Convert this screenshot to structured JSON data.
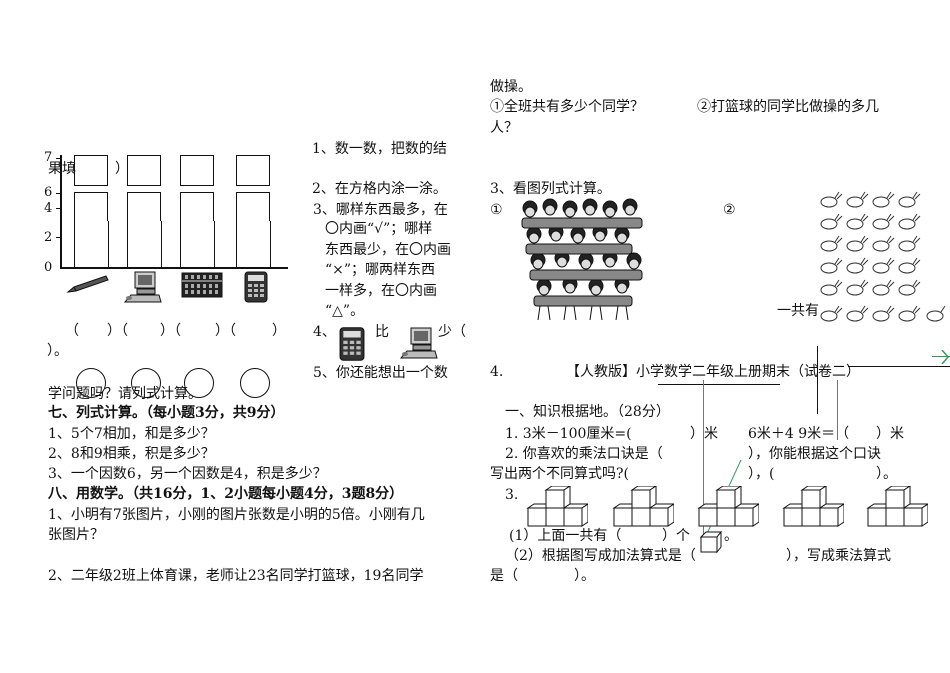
{
  "left": {
    "bar_chart": {
      "y_ticks": [
        "7",
        "6",
        "4",
        "2",
        "0"
      ],
      "items": [
        "pencil-icon",
        "computer-icon",
        "abacus-icon",
        "calculator-icon"
      ],
      "answer_blanks": [
        "（",
        "）（",
        "）（",
        "）（",
        "）",
        "）。"
      ]
    },
    "q1": {
      "line1": "1、数一数，把数的结",
      "line2": "果填",
      "paren": "）"
    },
    "q2": "2、在方格内涂一涂。",
    "q3": [
      "3、哪样东西最多，在",
      "〇内画“√”；哪样",
      "东西最少，在〇内画",
      "“×”；哪两样东西",
      "一样多，在〇内画",
      "“△”。"
    ],
    "q4": {
      "prefix": "4、",
      "mid": "比",
      "tail": "少（"
    },
    "q5": "5、你还能想出一个数",
    "q5_cont": "学问题吗？请列式计算。",
    "sec7": {
      "title": "七、列式计算。（每小题3分，共9分）",
      "items": [
        "1、5个7相加，和是多少？",
        "2、8和9相乘，积是多少？",
        "3、一个因数6，另一个因数是4，积是多少？"
      ]
    },
    "sec8": {
      "title": "八、用数学。（共16分，1、2小题每小题4分，3题8分）",
      "item1a": "1、小明有7张图片，小刚的图片张数是小明的5倍。小刚有几",
      "item1b": "张图片？",
      "item2": "2、二年级2班上体育课，老师让23名同学打篮球，19名同学"
    }
  },
  "right": {
    "cont": "做操。",
    "q_line1a": "①全班共有多少个同学？",
    "q_line1b": "②打篮球的同学比做操的多几",
    "q_line2": "人？",
    "sec3": "3、看图列式计算。",
    "mark1": "①",
    "mark2": "②",
    "yigong": "一共有",
    "sec4_num": "4.",
    "header": "【人教版】小学数学二年级上册期末（试卷二）",
    "s1_title": "一、知识根据地。（28分）",
    "s1_l1a": "1. 3米－100厘米=(",
    "s1_l1b": "）米",
    "s1_l1c": "6米＋4 9米＝（",
    "s1_l1d": "）米",
    "s1_l2a": "2. 你喜欢的乘法口诀是（",
    "s1_l2b": "），你能根据这个口诀",
    "s1_l3a": "写出两个不同算式吗?(",
    "s1_l3b": "），(",
    "s1_l3c": "）。",
    "s1_l4": "3.",
    "s1_l5a": "(1）上面一共有（",
    "s1_l5b": "）个",
    "s1_l5c": "。",
    "s1_l6a": "（2）根据图写成加法算式是（",
    "s1_l6b": "），写成乘法算式",
    "s1_l7": "是（　　　　）。"
  }
}
